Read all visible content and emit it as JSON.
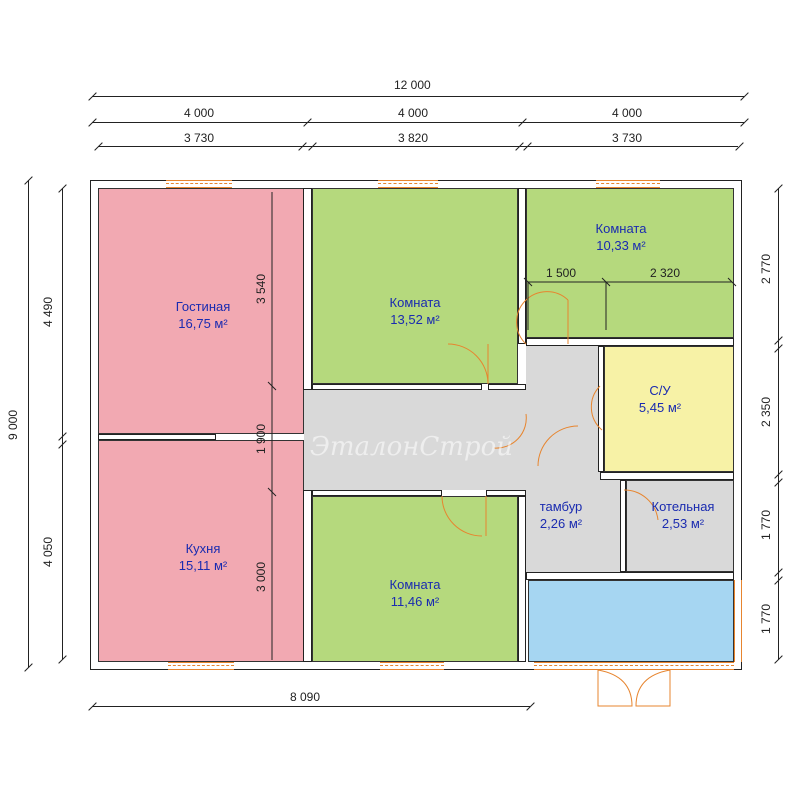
{
  "plan": {
    "rooms": [
      {
        "id": "living",
        "name": "Гостиная",
        "area": "16,75 м²"
      },
      {
        "id": "kitchen",
        "name": "Кухня",
        "area": "15,11 м²"
      },
      {
        "id": "room1",
        "name": "Комната",
        "area": "13,52 м²"
      },
      {
        "id": "room2",
        "name": "Комната",
        "area": "11,46 м²"
      },
      {
        "id": "room3",
        "name": "Комната",
        "area": "10,33 м²"
      },
      {
        "id": "bath",
        "name": "С/У",
        "area": "5,45 м²"
      },
      {
        "id": "tambur",
        "name": "тамбур",
        "area": "2,26 м²"
      },
      {
        "id": "boiler",
        "name": "Котельная",
        "area": "2,53 м²"
      }
    ],
    "dims": {
      "total_width": "12 000",
      "top_sections": [
        "4 000",
        "4 000",
        "4 000"
      ],
      "top_inner": [
        "3 730",
        "3 820",
        "3 730"
      ],
      "left_total": "9 000",
      "left_sections": [
        "4 490",
        "4 050"
      ],
      "right_sections": [
        "2 770",
        "2 350",
        "1 770",
        "1 770"
      ],
      "bottom": "8 090",
      "inner_vertical": [
        "3 540",
        "1 900",
        "3 000"
      ],
      "inner_horizontal": [
        "1 500",
        "2 320"
      ]
    },
    "watermark": "ЭталонСтрой"
  },
  "colors": {
    "living": "#f2a9b2",
    "green": "#b5d97d",
    "bath": "#f7f2a6",
    "gray": "#d9d9d9",
    "porch": "#a6d6f2",
    "label": "#1a2bb0"
  }
}
